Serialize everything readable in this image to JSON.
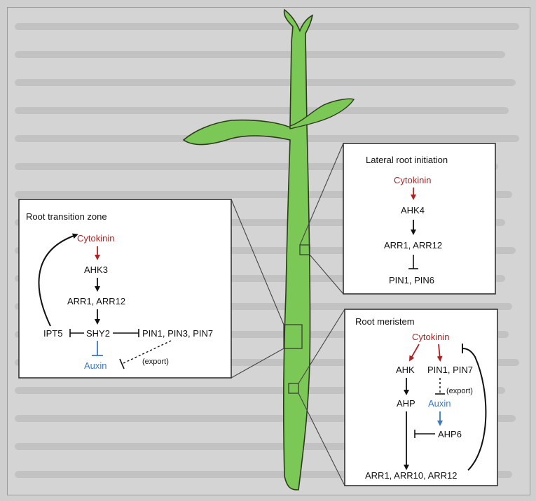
{
  "colors": {
    "plant": "#7cc857",
    "plant_outline": "#2d3a1e",
    "cytokinin": "#b02020",
    "auxin": "#3a78c8",
    "text": "#111111",
    "panel_border": "#333333"
  },
  "transition_zone": {
    "title": "Root transition zone",
    "cytokinin": "Cytokinin",
    "ahk3": "AHK3",
    "arr": "ARR1, ARR12",
    "shy2": "SHY2",
    "ipt5": "IPT5",
    "pins": "PIN1, PIN3, PIN7",
    "auxin": "Auxin",
    "export": "(export)"
  },
  "lateral_root": {
    "title": "Lateral root initiation",
    "cytokinin": "Cytokinin",
    "ahk4": "AHK4",
    "arr": "ARR1, ARR12",
    "pins": "PIN1, PIN6"
  },
  "meristem": {
    "title": "Root meristem",
    "cytokinin": "Cytokinin",
    "ahk": "AHK",
    "pins": "PIN1, PIN7",
    "export": "(export)",
    "auxin": "Auxin",
    "ahp": "AHP",
    "ahp6": "AHP6",
    "arr": "ARR1, ARR10, ARR12"
  }
}
